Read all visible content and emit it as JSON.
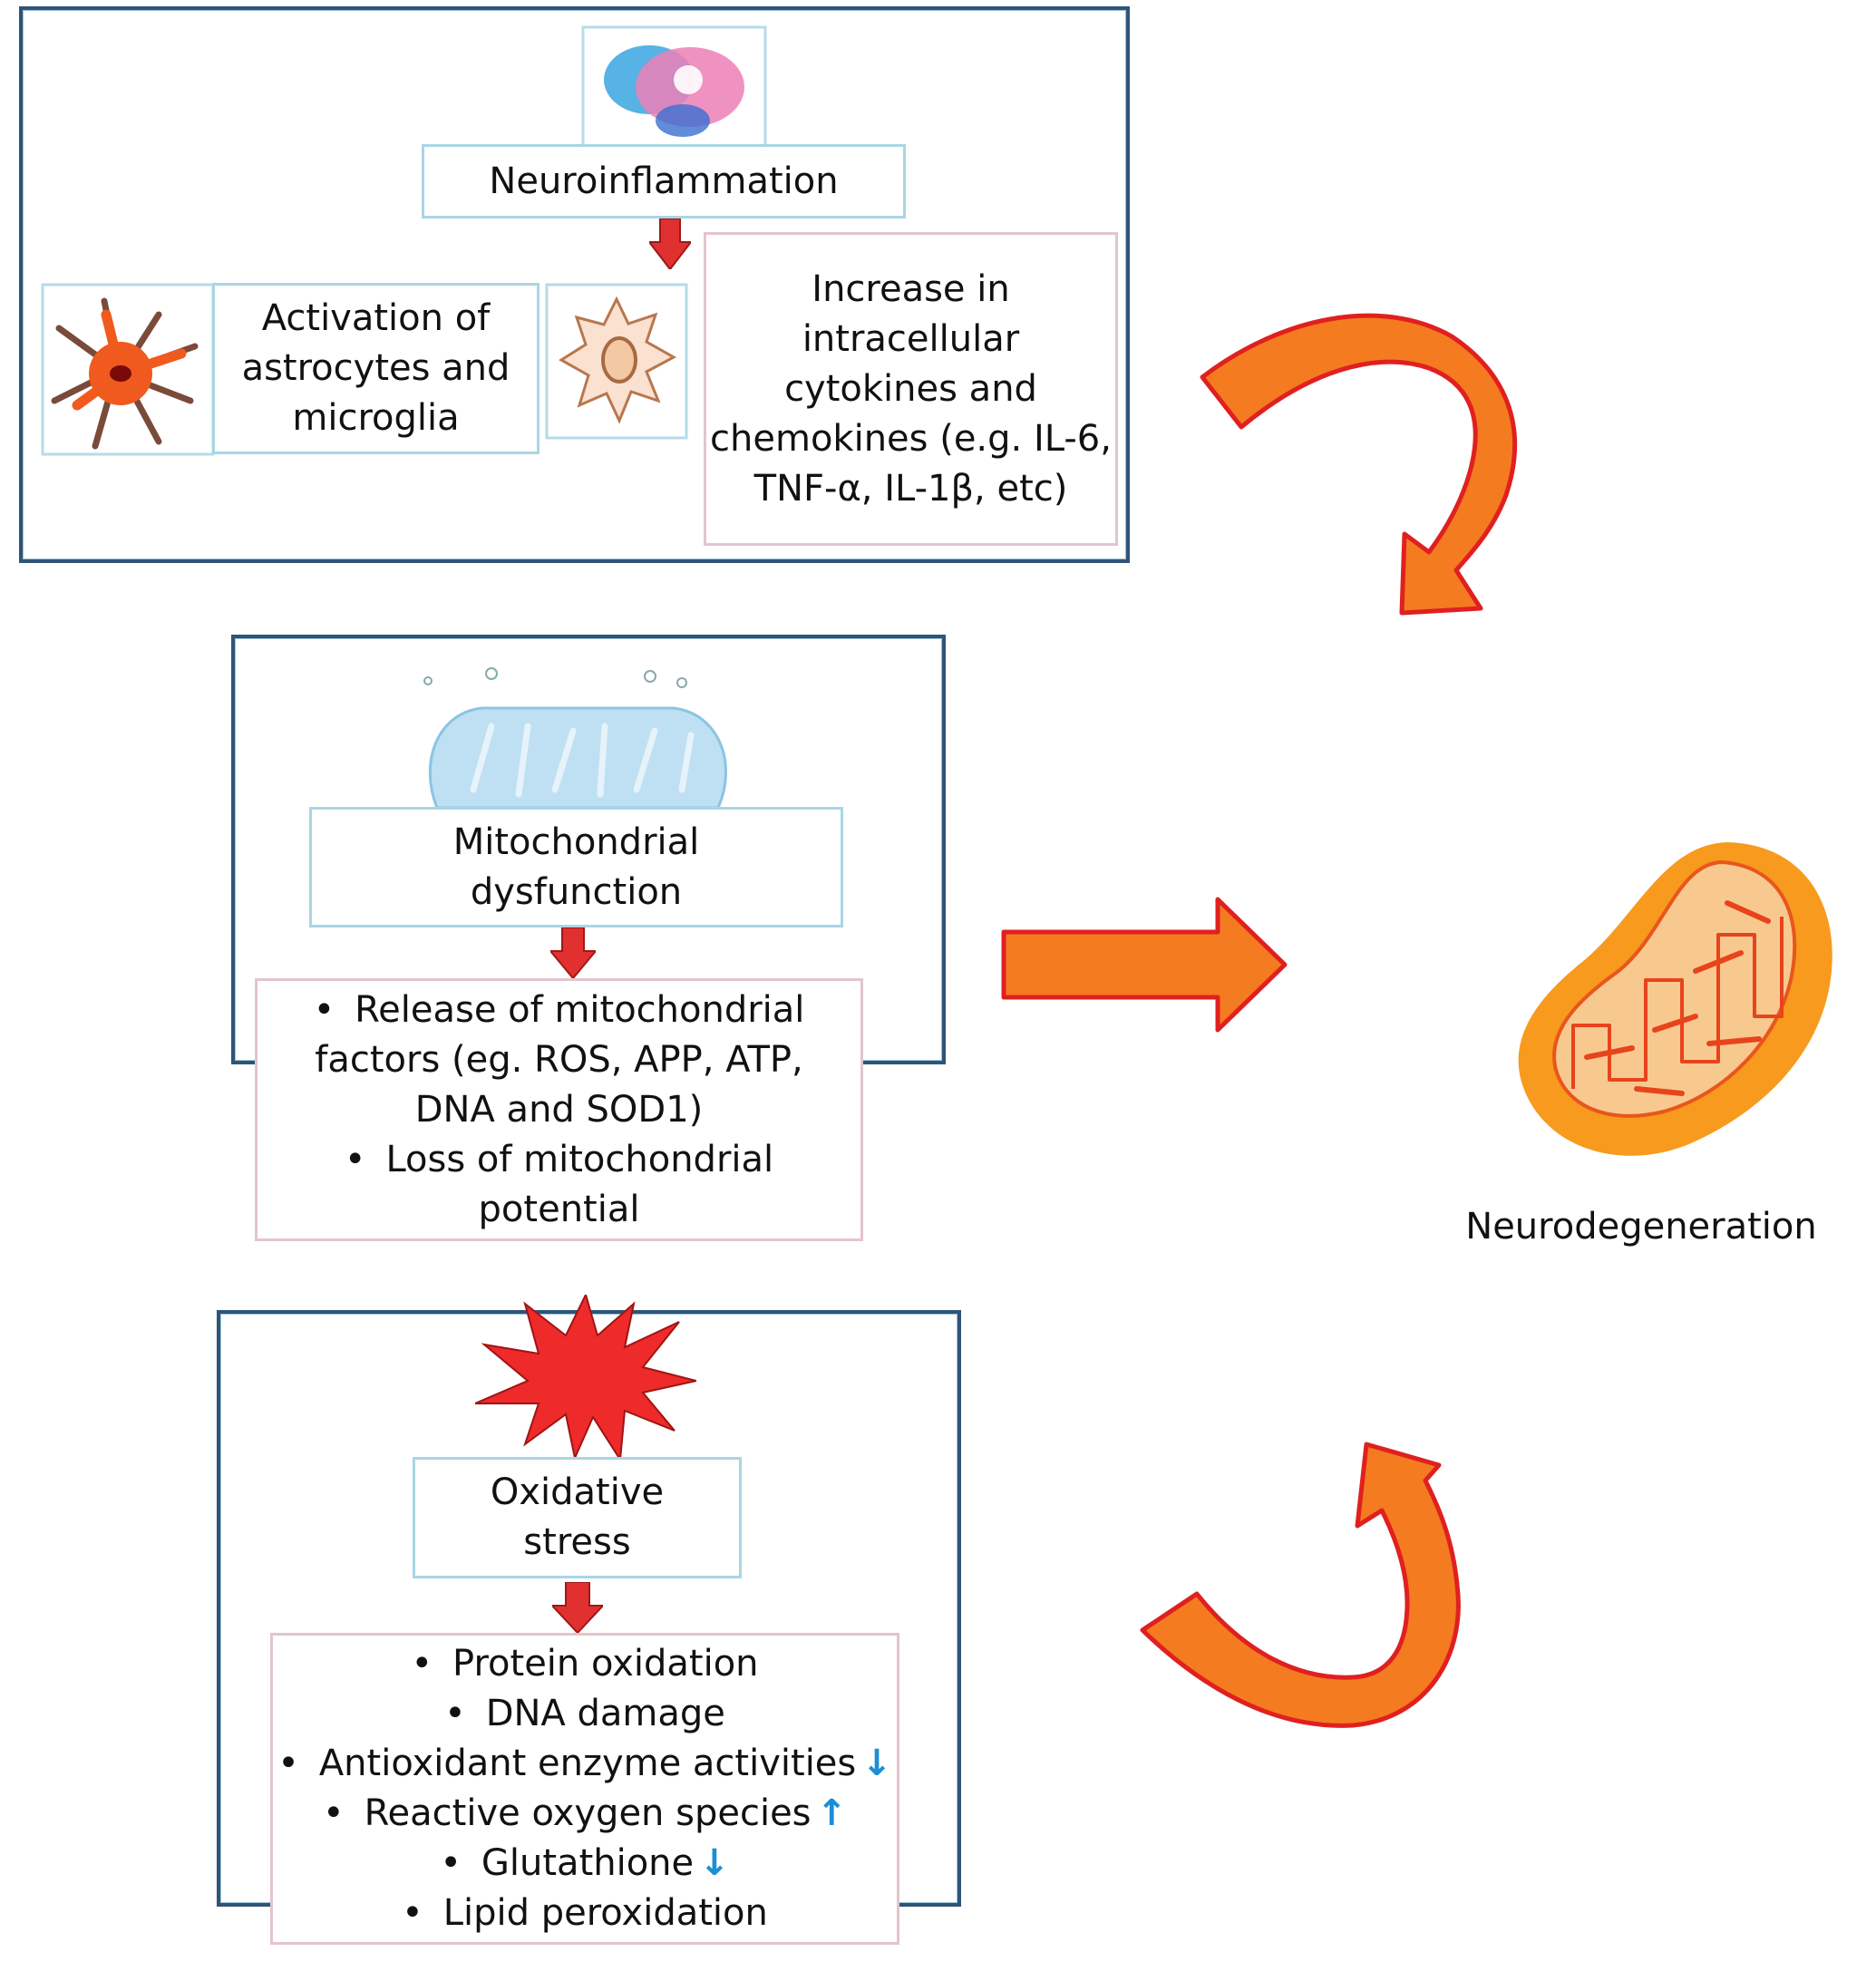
{
  "colors": {
    "outer_border": "#2f5476",
    "title_box_border": "#a9d6e5",
    "detail_box_border": "#e3c5cc",
    "arrow_fill": "#f47b20",
    "arrow_stroke": "#e02020",
    "down_arrow_fill": "#e03030",
    "indicator_blue": "#1a8fd6"
  },
  "neuroinflammation": {
    "icon": "brain-icon",
    "title": "Neuroinflammation",
    "activation": {
      "icons": [
        "astrocyte-icon",
        "microglia-icon"
      ],
      "lines": [
        "Activation of",
        "astrocytes and",
        "microglia"
      ]
    },
    "cytokines": {
      "lines": [
        "Increase in",
        "intracellular",
        "cytokines and",
        "chemokines (e.g. IL-6,",
        "TNF-α, IL-1β, etc)"
      ]
    }
  },
  "mitochondrial": {
    "icon": "mitochondrion-blue-icon",
    "title_lines": [
      "Mitochondrial",
      "dysfunction"
    ],
    "details": [
      {
        "lines": [
          "Release of mitochondrial",
          "factors (eg. ROS, APP, ATP,",
          "DNA and SOD1)"
        ]
      },
      {
        "lines": [
          "Loss of mitochondrial",
          "potential"
        ]
      }
    ]
  },
  "oxidative": {
    "icon": "explosion-star-icon",
    "title_lines": [
      "Oxidative",
      "stress"
    ],
    "items": [
      {
        "text": "Protein oxidation",
        "indicator": ""
      },
      {
        "text": "DNA damage",
        "indicator": ""
      },
      {
        "text": "Antioxidant enzyme activities",
        "indicator": "↓"
      },
      {
        "text": "Reactive oxygen species",
        "indicator": "↑"
      },
      {
        "text": "Glutathione",
        "indicator": "↓"
      },
      {
        "text": "Lipid peroxidation",
        "indicator": ""
      }
    ]
  },
  "outcome": {
    "icon": "mitochondrion-orange-icon",
    "label": "Neurodegeneration"
  }
}
